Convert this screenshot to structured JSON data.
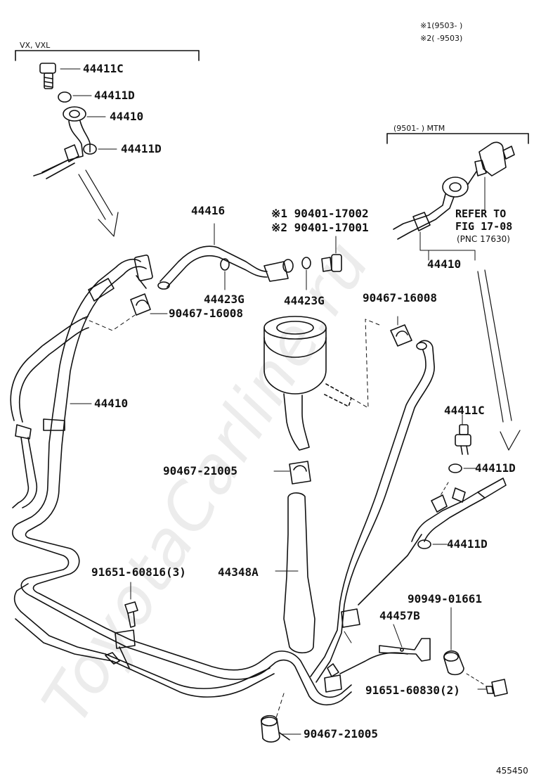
{
  "watermark": "ToyotaCarline.ru",
  "figure_number": "455450",
  "notes": {
    "note1": "※1(9503-    )",
    "note2": "※2(    -9503)"
  },
  "groups": {
    "vx_vxl": "VX, VXL",
    "mtm": "(9501-    ) MTM"
  },
  "labels": {
    "p44411c_top": "44411C",
    "p44411d_top1": "44411D",
    "p44410_top": "44410",
    "p44411d_top2": "44411D",
    "p44416": "44416",
    "p90401_17002": "※1 90401-17002",
    "p90401_17001": "※2 90401-17001",
    "p44423g_left": "44423G",
    "p44423g_right": "44423G",
    "p90467_16008_left": "90467-16008",
    "p90467_16008_right": "90467-16008",
    "refer_line1": "REFER TO",
    "refer_line2": "FIG 17-08",
    "refer_line3": "(PNC 17630)",
    "p44410_right": "44410",
    "p44410_mid": "44410",
    "p44411c_right": "44411C",
    "p44411d_right1": "44411D",
    "p44411d_right2": "44411D",
    "p90467_21005_mid": "90467-21005",
    "p91651_60816": "91651-60816(3)",
    "p44348a": "44348A",
    "p90949_01661": "90949-01661",
    "p44457b": "44457B",
    "p91651_60830": "91651-60830(2)",
    "p90467_21005_bottom": "90467-21005"
  }
}
